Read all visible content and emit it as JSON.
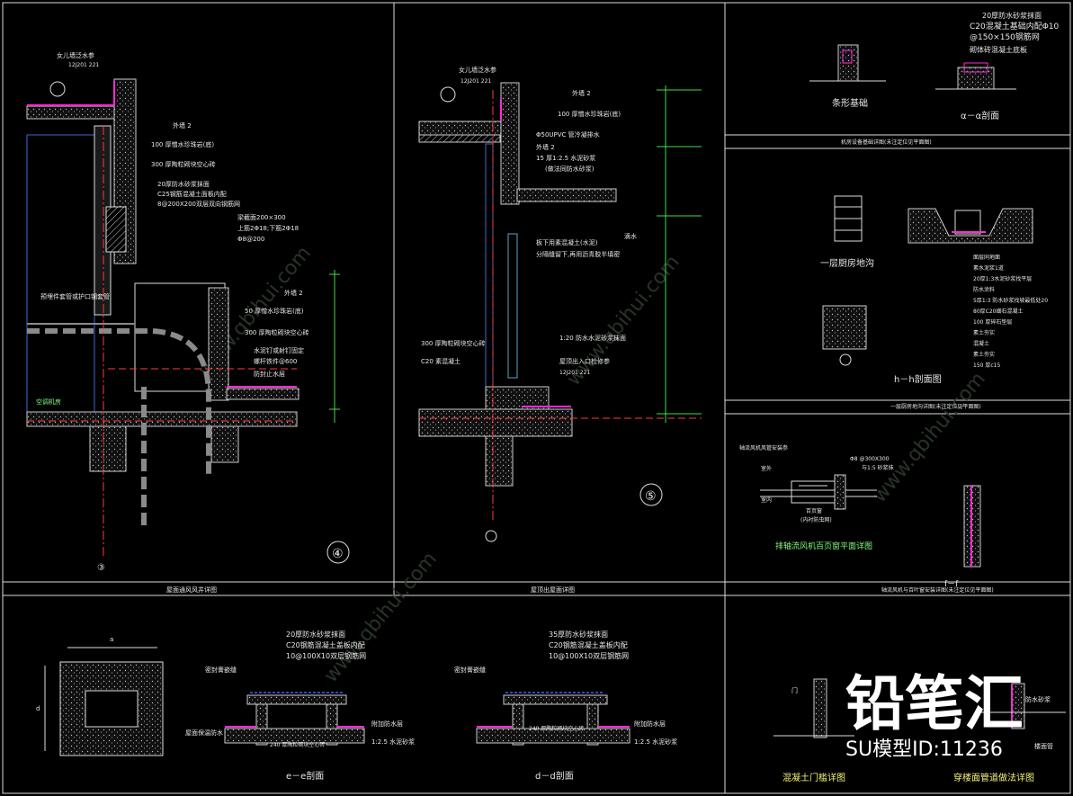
{
  "colors": {
    "background": "#000000",
    "frame": "#e0e0e0",
    "text": "#e8e8e8",
    "label_green": "#7dff7d",
    "concrete": "#b8b8b8",
    "waterproof": "#ff2bd6",
    "axis_red": "#ff3b3b",
    "dim_green": "#44dd44",
    "duct": "#8a8a8a"
  },
  "panels": {
    "p1": {
      "title": "屋面通风风井详图",
      "callout_top": "女儿墙泛水参",
      "callout_top_ref": "12J201 221",
      "mark": "④",
      "axis": "③",
      "notes": [
        "100 厚憎水珍珠岩(底)",
        "300 厚陶粒砌块空心砖",
        "20厚防水砂浆抹面",
        "C25钢筋混凝土面板内配",
        "8@200X200双层双向钢筋网",
        "梁截面200×300",
        "上筋2Φ18;下筋2Φ18",
        "Φ8@200",
        "预埋件套管或护口钢套管",
        "外墙 2",
        "50 厚憎水珍珠岩(底)",
        "300 厚陶粒砌块空心砖",
        "水泥钉或射钉固定",
        "螺杆铁件@600",
        "防封止水层",
        "空调机房"
      ],
      "labels": {
        "ext_wall": "外墙 2"
      }
    },
    "p2": {
      "title": "屋顶出屋面详图",
      "callout_top": "女儿墙泛水参",
      "callout_top_ref": "12J201 221",
      "mark": "⑤",
      "notes": [
        "外墙 2",
        "100 厚憎水珍珠岩(底)",
        "Φ50UPVC 管冷凝排水",
        "外墙 2",
        "15 厚1:2.5 水泥砂浆",
        "(做法同防水砂浆)",
        "板下用素混凝土(水泥)",
        "分隔缝留下,再用沥青胶半填密",
        "300 厚陶粒砌块空心砖",
        "C20 素混凝土",
        "1:20 防水水泥砂浆抹面",
        "屋顶出入口检修参",
        "12J201 221",
        "滴水"
      ]
    },
    "p3": {
      "detail_a": {
        "title": "条形基础",
        "notes": [
          "20厚防水砂浆抹面",
          "C20混凝土基础内配Φ10",
          "@150×150钢筋网",
          "砌体砖混凝土底板"
        ],
        "section": "α－α剖面"
      },
      "strip_title": "机房设备基础详图(未注定位见平面图)",
      "detail_b": {
        "title": "一层厨房地沟",
        "section": "h－h剖面图",
        "notes": [
          "面层同地面",
          "素水泥浆1道",
          "20厚1:3水泥砂浆找平层",
          "防水涂料",
          "5厚1:3 防水砂浆找坡最低处20",
          "80厚C20细石混凝土",
          "100 厚碎石垫层",
          "素土夯实",
          "混凝土",
          "素土夯实",
          "150 厚c15"
        ]
      },
      "strip2_title": "一层厨房地沟详图(未注定位见平面图)",
      "detail_c": {
        "title": "排轴流风机百页窗平面详图",
        "notes": [
          "轴流风机风管安装参",
          "Φ8 @300X300",
          "与1:5 砂浆抹",
          "室外",
          "百页窗",
          "(内衬防虫网)",
          "室内"
        ],
        "section": "f－f"
      },
      "strip3_title": "轴流风机与百叶窗安装详图(未注定位见平面图)"
    },
    "p4": {
      "e_section": "e－e剖面",
      "d_section": "d－d剖面",
      "e_notes": [
        "20厚防水砂浆抹面",
        "C20钢筋混凝土盖板内配",
        "10@100X10双层钢筋网",
        "密封膏嵌缝",
        "屋面保温防水",
        "附加防水层",
        "1:2.5 水泥砂浆",
        "240 厚陶粒砌块空心砖"
      ],
      "d_notes": [
        "35厚防水砂浆抹面",
        "C20钢筋混凝土盖板内配",
        "10@100X10双层钢筋网",
        "密封膏嵌缝",
        "240 厚陶粒砌块空心砖",
        "附加防水层",
        "1:2.5 水泥砂浆"
      ],
      "plan_dims": [
        "a",
        "d"
      ]
    },
    "p5": {
      "left_title": "混凝土门槛详图",
      "right_title": "穿楼面管道做法详图",
      "notes": [
        "门",
        "防水砂浆",
        "楼面管"
      ]
    }
  },
  "watermark": {
    "logo_text": "铅笔汇",
    "id_text": "SU模型ID:11236",
    "faint_text": "www.qbihui.com"
  }
}
